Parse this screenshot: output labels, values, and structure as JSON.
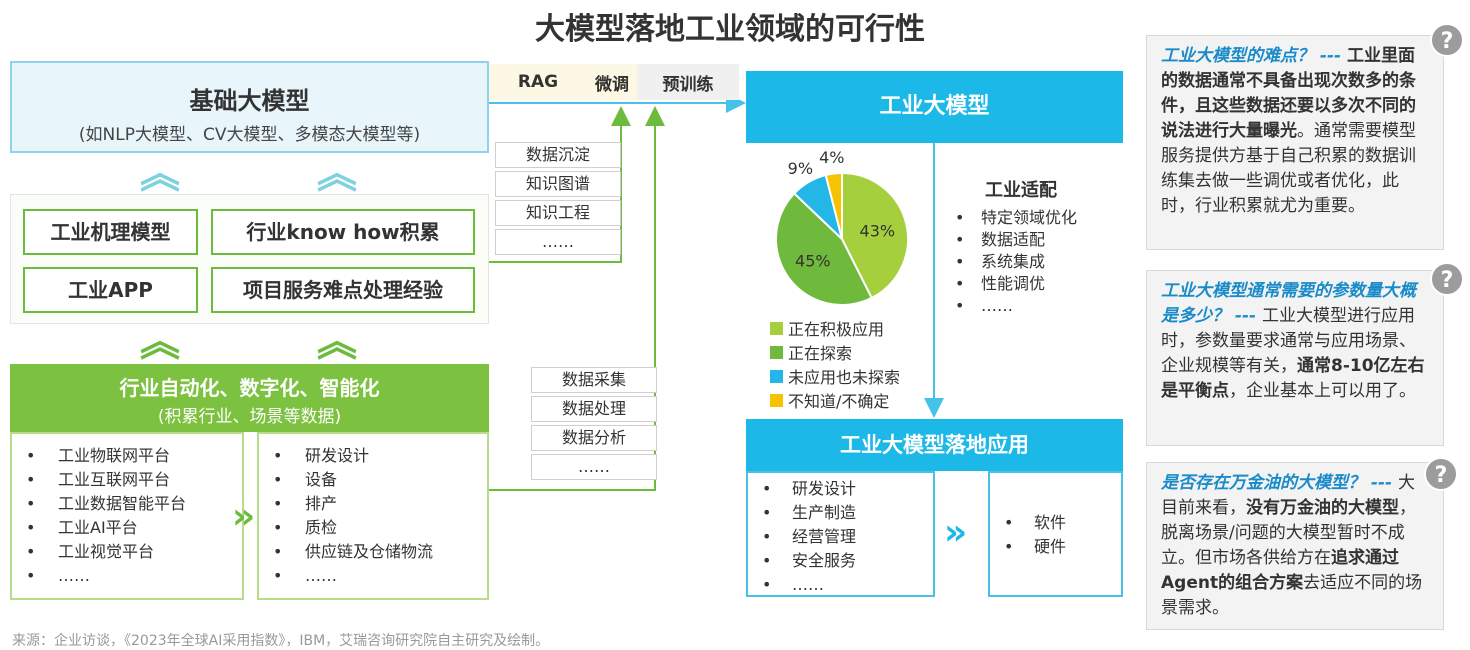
{
  "title": "大模型落地工业领域的可行性",
  "base_model": {
    "title": "基础大模型",
    "subtitle": "(如NLP大模型、CV大模型、多模态大模型等)"
  },
  "knowledge": {
    "items": [
      "工业机理模型",
      "行业know how积累",
      "工业APP",
      "项目服务难点处理经验"
    ]
  },
  "automation": {
    "title": "行业自动化、数字化、智能化",
    "subtitle": "(积累行业、场景等数据)",
    "platforms": [
      "工业物联网平台",
      "工业互联网平台",
      "工业数据智能平台",
      "工业AI平台",
      "工业视觉平台",
      "……"
    ],
    "scenarios": [
      "研发设计",
      "设备",
      "排产",
      "质检",
      "供应链及仓储物流",
      "……"
    ]
  },
  "methods": [
    "RAG",
    "微调",
    "预训练"
  ],
  "knowledge_tags": [
    "数据沉淀",
    "知识图谱",
    "知识工程",
    "……"
  ],
  "data_tags": [
    "数据采集",
    "数据处理",
    "数据分析",
    "……"
  ],
  "industrial_model": {
    "title": "工业大模型"
  },
  "chart_data": {
    "type": "pie",
    "labels": [
      "正在积极应用",
      "正在探索",
      "未应用也未探索",
      "不知道/不确定"
    ],
    "values": [
      43,
      45,
      9,
      4
    ],
    "value_labels": [
      "43%",
      "45%",
      "9%",
      "4%"
    ],
    "colors": [
      "#a5cf3c",
      "#6fb93c",
      "#22b7e6",
      "#f6c300"
    ]
  },
  "adaptation": {
    "title": "工业适配",
    "items": [
      "特定领域优化",
      "数据适配",
      "系统集成",
      "性能调优",
      "……"
    ]
  },
  "landing": {
    "title": "工业大模型落地应用",
    "items": [
      "研发设计",
      "生产制造",
      "经营管理",
      "安全服务",
      "……"
    ],
    "outputs": [
      "软件",
      "硬件"
    ]
  },
  "panels": [
    {
      "q": "工业大模型的难点？ --- ",
      "bold1": "工业里面的数据通常不具备出现次数多的条件，且这些数据还要以多次不同的说法进行大量曝光",
      "text": "。通常需要模型服务提供方基于自己积累的数据训练集去做一些调优或者优化，此时，行业积累就尤为重要。"
    },
    {
      "q": "工业大模型通常需要的参数量大概是多少？ --- ",
      "text1": "工业大模型进行应用时，参数量要求通常与应用场景、企业规模等有关，",
      "bold1": "通常8-10亿左右是平衡点",
      "text2": "，企业基本上可以用了。"
    },
    {
      "q": "是否存在万金油的大模型？ --- ",
      "text1": "大目前来看，",
      "bold1": "没有万金油的大模型",
      "text2": "，脱离场景/问题的大模型暂时不成立。但市场各供给方在",
      "bold2": "追求通过Agent的组合方案",
      "text3": "去适应不同的场景需求。"
    }
  ],
  "qicon": "?",
  "footer": "来源：企业访谈，《2023年全球AI采用指数》，IBM，艾瑞咨询研究院自主研究及绘制。"
}
